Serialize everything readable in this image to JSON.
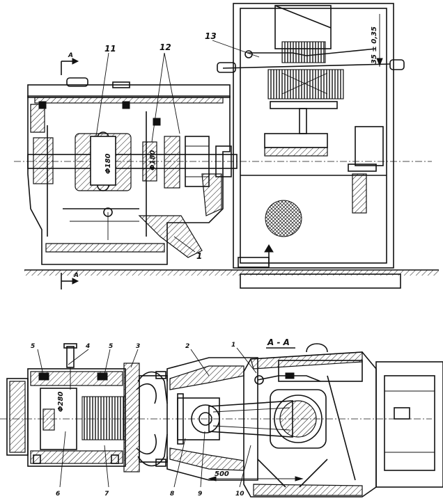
{
  "top_view": {
    "callouts": [
      "11",
      "12",
      "13",
      "1"
    ],
    "section_mark": "A",
    "diameters": [
      "Φ180",
      "Φ180"
    ],
    "clearance": "35 ± 0,35"
  },
  "bottom_view": {
    "section_title": "А - А",
    "callouts_top": [
      "5",
      "4",
      "5",
      "3",
      "2",
      "1"
    ],
    "callouts_bottom": [
      "6",
      "7",
      "8",
      "9",
      "10"
    ],
    "piston_diameter": "Φ280",
    "stroke_dimension": "500"
  }
}
